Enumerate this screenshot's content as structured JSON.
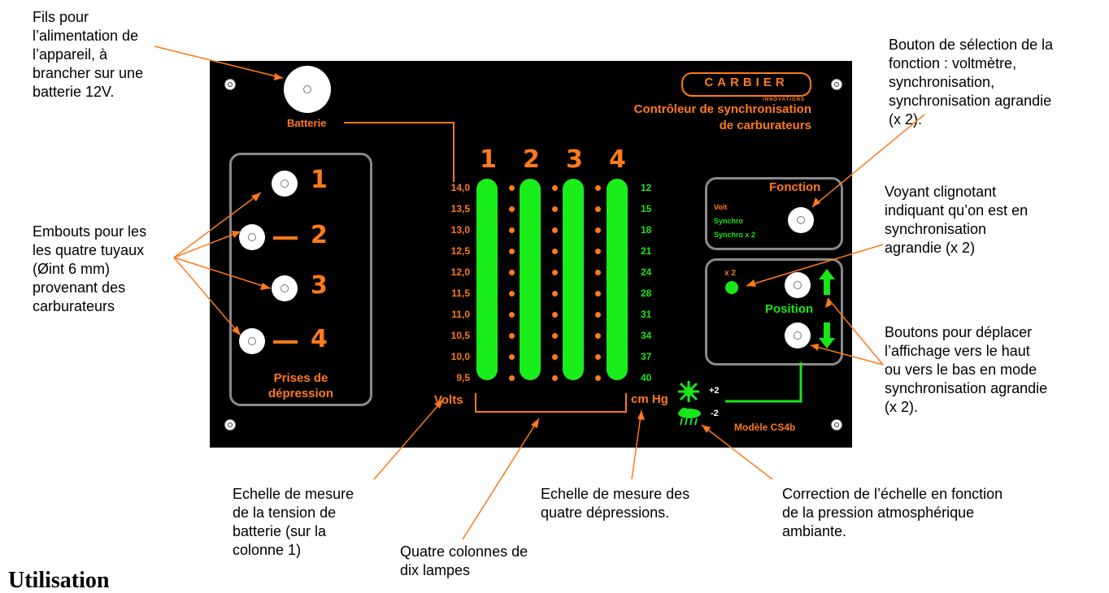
{
  "annotations": {
    "fils": [
      "Fils pour",
      "l’alimentation de",
      "l’appareil, à",
      "brancher sur une",
      "batterie 12V."
    ],
    "embouts": [
      "Embouts pour les",
      "les quatre tuyaux",
      "(Øint 6 mm)",
      "provenant des",
      "carburateurs"
    ],
    "bouton_selection": [
      "Bouton de sélection de la",
      "fonction : voltmètre,",
      "synchronisation,",
      "synchronisation agrandie",
      "(x 2)."
    ],
    "voyant": [
      "Voyant clignotant",
      "indiquant qu’on est en",
      "synchronisation",
      "agrandie (x 2)"
    ],
    "boutons_deplacer": [
      "Boutons pour déplacer",
      "l’affichage vers le haut",
      "ou vers le bas en mode",
      "synchronisation agrandie",
      "(x 2)."
    ],
    "echelle_tension": [
      "Echelle de mesure",
      "de la tension de",
      "batterie (sur la",
      "colonne 1)"
    ],
    "quatre_colonnes": [
      "Quatre colonnes de",
      "dix lampes"
    ],
    "echelle_depressions": [
      "Echelle de mesure des",
      "quatre dépressions."
    ],
    "correction": [
      "Correction de l’échelle en fonction",
      "de la pression atmosphérique",
      "ambiante."
    ]
  },
  "heading": "Utilisation",
  "panel": {
    "logo_main": "CARBIER",
    "logo_sub": "INNOVATIONS",
    "title_line1": "Contrôleur de synchronisation",
    "title_line2": "de carburateurs",
    "battery_label": "Batterie",
    "prises_line1": "Prises de",
    "prises_line2": "dépression",
    "port_numbers": [
      "1",
      "2",
      "3",
      "4"
    ],
    "column_numbers": [
      "1",
      "2",
      "3",
      "4"
    ],
    "volt_scale": [
      "14,0",
      "13,5",
      "13,0",
      "12,5",
      "12,0",
      "11,5",
      "11,0",
      "10,5",
      "10,0",
      "9,5"
    ],
    "volt_unit": "Volts",
    "hg_scale": [
      "12",
      "15",
      "18",
      "21",
      "24",
      "28",
      "31",
      "34",
      "37",
      "40"
    ],
    "hg_unit": "cm Hg",
    "fonction_label": "Fonction",
    "fonction_options": [
      "Volt",
      "Synchro",
      "Synchro x 2"
    ],
    "x2_label": "x 2",
    "position_label": "Position",
    "plus2": "+2",
    "minus2": "-2",
    "model": "Modèle CS4b"
  },
  "colors": {
    "orange": "#ff7a1a",
    "green": "#19e619",
    "panel": "#000000",
    "border": "#8a8a8a"
  }
}
